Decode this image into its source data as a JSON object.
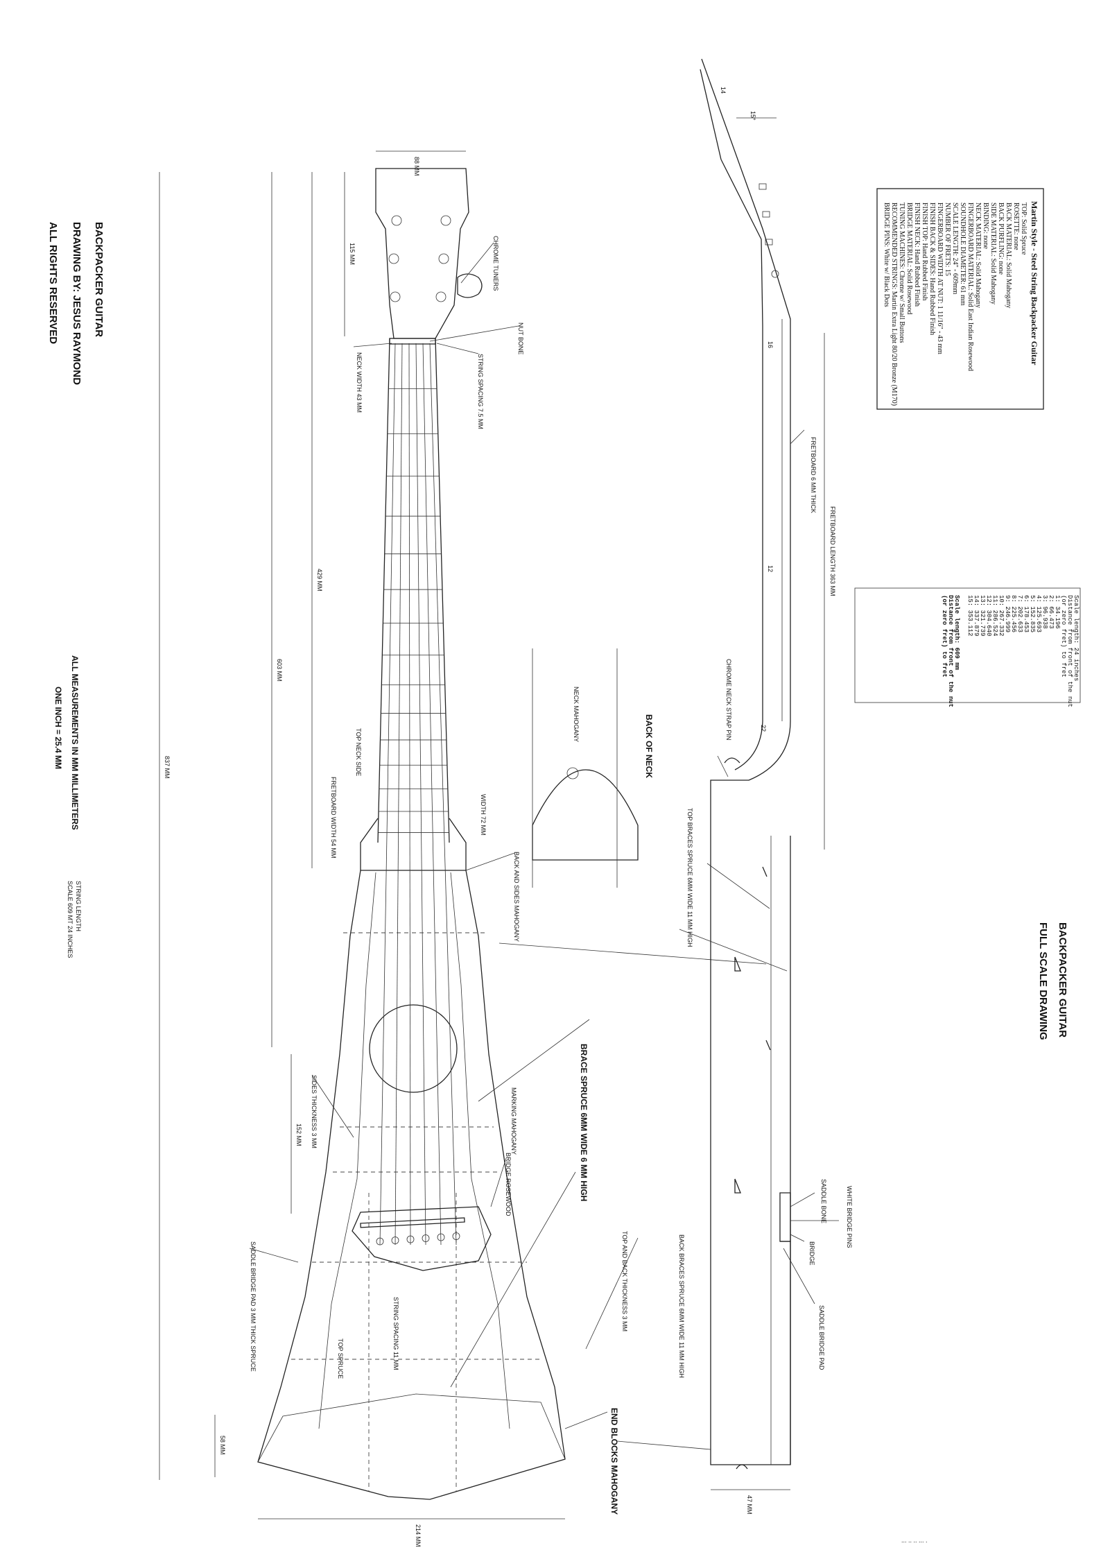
{
  "left_titles": {
    "title": "BACKPACKER GUITAR",
    "drawn_by": "DRAWING BY: JESUS RAYMOND",
    "rights": "ALL RIGHTS  RESERVED"
  },
  "units_note": {
    "measurements": "ALL MEASUREMENTS IN MM MILLIMETERS",
    "inch": "ONE INCH = 25.4  MM"
  },
  "scale_note": {
    "line1": "STRING LENGTH",
    "line2": "SCALE 609 MT 24 INCHES"
  },
  "right_titles": {
    "title": "BACKPACKER  GUITAR",
    "subtitle": "FULL SCALE  DRAWING"
  },
  "spec_box": {
    "heading": "Martin Style - Steel String Backpacker Guitar",
    "lines": [
      "TOP: Solid Spruce",
      "ROSETTE: none",
      "BACK MATERIAL: Solid Mahogany",
      "BACK PURFLING: none",
      "SIDE MATERIAL: Solid Mahogany",
      "BINDING: none",
      "NECK MATERIAL: Solid Mahogany",
      "FINGERBOARD MATERIAL: Solid East Indian Rosewood",
      "SOUNDHOLE DIAMETER: 61 mm",
      "SCALE LENGTH: 24\" - 609mm",
      "NUMBER OF FRETS: 15",
      "FINGERBOARD WIDTH AT NUT: 1 11/16\" - 43 mm",
      "FINISH BACK & SIDES: Hand Rubbed Finish",
      "FINISH TOP: Hand Rubbed Finish",
      "FINISH NECK: Hand Rubbed Finish",
      "BRIDGE MATERIAL: Solid Rosewood",
      "TUNING MACHINES: Chrome w/ Small Buttons",
      "RECOMMENDED STRINGS: Martin Extra Light 80/20 Bronze (M170)",
      "BRIDGE PINS: White w/ Black Dots"
    ]
  },
  "fret_table": {
    "header": "Scale length: 24 inches",
    "sub1": "Distance from front of the nut",
    "sub2": "(or zero fret) to fret",
    "rows": [
      "1:  34.196",
      "2:  66.473",
      "3:  96.938",
      "4:  125.693",
      "5:  152.835",
      "6:  178.453",
      "7:  202.633",
      "8:  225.456",
      "9:  246.999",
      "10: 267.332",
      "11: 286.524",
      "12: 304.640",
      "13: 321.739",
      "14: 337.879",
      "15: 353.112"
    ],
    "footer1": "Scale length: 609 mm",
    "footer2": "Distance from front of the nut",
    "footer3": "(or zero fret) to fret"
  },
  "front_view_labels": {
    "head_width": "88 MM",
    "head_length": "115 MM",
    "chrome_tuners": "CHROME TUNERS",
    "nut_bone": "NUT BONE",
    "neck_width_nut": "NECK WIDTH 43 MM",
    "string_spacing": "STRING SPACING 7.5 MM",
    "top_length": "429 MM",
    "mid_length": "603 MM",
    "total_length": "837 MM",
    "fretboard_width": "FRETBOARD WIDTH 54 MM",
    "top sides neck": "TOP NECK SIDE",
    "width_12": "WIDTH 72 MM",
    "back_sides": "BACK AND SIDES  MAHOGANY",
    "brace_spruce": "BRACE SPRUCE 6MM WIDE 6 MM HIGH",
    "marking": "MARKING  MAHOGANY",
    "bridge": "BRIDGE ROSEWOOD",
    "sides_thickness": "SIDES THICKNESS 3 MM",
    "body_152": "152 MM",
    "saddle_pad": "SADDLE BRIDGE PAD 3 MM THICK SPRUCE",
    "string_spacing_bridge": "STRING SPACING 11 MM",
    "top_spruce": "TOP SPRUCE",
    "end_58": "58 MM",
    "bottom_width": "214 MM",
    "end_blocks": "END BLOCKS  MAHOGANY",
    "top_back_thickness": "TOP AND BACK THICKNESS 3 MM"
  },
  "side_view_labels": {
    "angle": "15°",
    "head_14": "14",
    "nut_16": "16",
    "fretboard_thick": "FRETBOARD 6 MM THICK",
    "fretboard_length": "FRETBOARD LENGTH 363 MM",
    "neck_12": "12",
    "neck_22": "22",
    "strap_pin": "CHROME NECK STRAP PIN",
    "top_braces": "TOP BRACES  SPRUCE  6MM WIDE 11 MM HIGH",
    "back_braces": "BACK BRACES SPRUCE  6MM WIDE 11 MM HIGH",
    "saddle_bone": "SADDLE BONE",
    "bridge_pins": "WHITE BRIDGE PINS",
    "bridge": "BRIDGE",
    "saddle_pad": "SADDLE BRIDGE PAD",
    "depth": "47 MM"
  },
  "neck_section": {
    "title": "BACK  OF  NECK",
    "material": "NECK MAHOGANY"
  },
  "corner_scribble": "... .. .. ... ."
}
